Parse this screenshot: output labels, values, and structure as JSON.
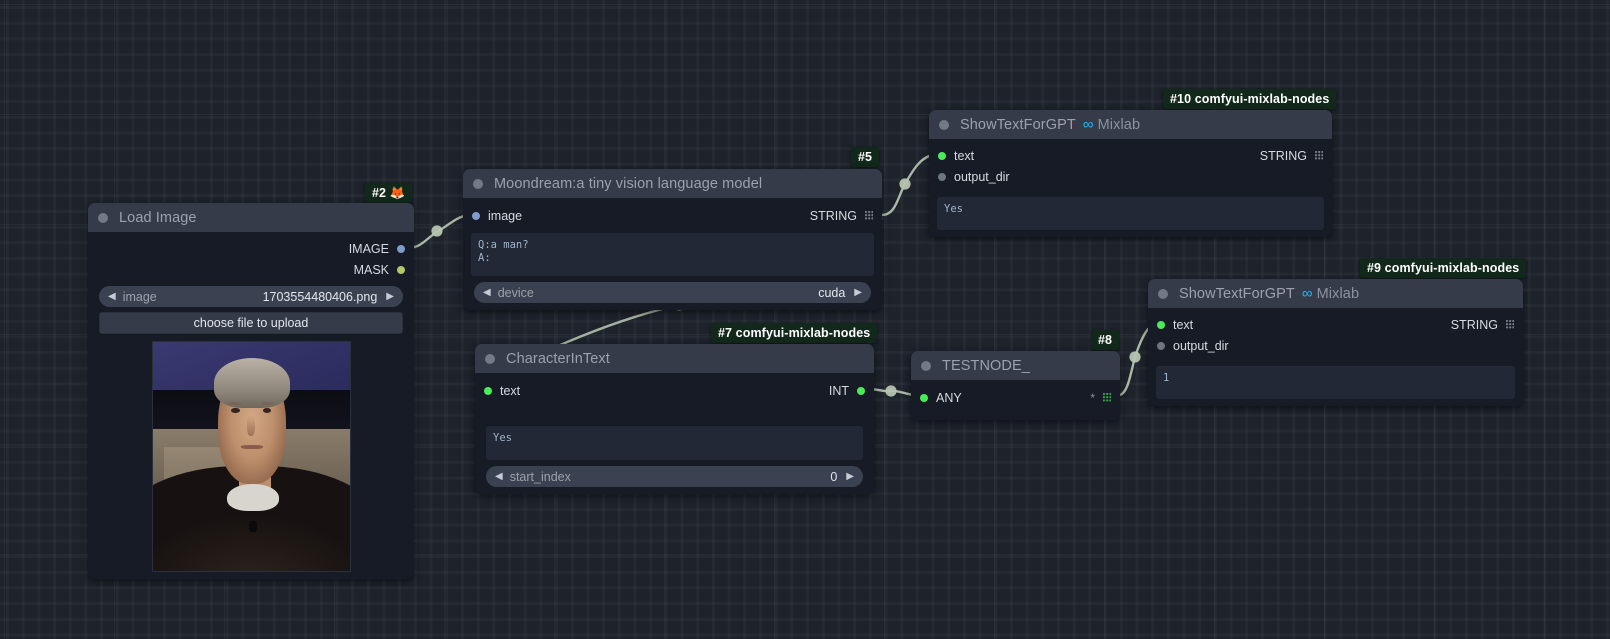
{
  "app": {
    "name": "ComfyUI node graph canvas"
  },
  "nodes": [
    {
      "id": "load-image",
      "badge": "#2 🦊",
      "title": "Load Image",
      "outputs": [
        {
          "label": "IMAGE",
          "color": "blue"
        },
        {
          "label": "MASK",
          "color": "olive"
        }
      ],
      "combo": {
        "name": "image",
        "value": "1703554480406.png",
        "left_arrow": "◀",
        "right_arrow": "▶"
      },
      "button": "choose file to upload"
    },
    {
      "id": "moondream",
      "badge": "#5",
      "title": "Moondream:a tiny vision language model",
      "input": {
        "label": "image",
        "color": "blue"
      },
      "output_type": "STRING",
      "prompt": "Q:a man?\nA:",
      "combo": {
        "name": "device",
        "value": "cuda",
        "left_arrow": "◀",
        "right_arrow": "▶"
      }
    },
    {
      "id": "showtext-10",
      "badge": "#10 comfyui-mixlab-nodes",
      "title": "ShowTextForGPT",
      "subtitle": "Mixlab",
      "infinity": "∞",
      "inputs": [
        {
          "label": "text",
          "color": "green"
        },
        {
          "label": "output_dir",
          "color": "grey"
        }
      ],
      "output_type": "STRING",
      "text_value": "Yes"
    },
    {
      "id": "character-in-text",
      "badge": "#7 comfyui-mixlab-nodes",
      "title": "CharacterInText",
      "input": {
        "label": "text",
        "color": "green"
      },
      "output_type": "INT",
      "text_value": "Yes",
      "combo": {
        "name": "start_index",
        "value": "0",
        "left_arrow": "◀",
        "right_arrow": "▶"
      }
    },
    {
      "id": "testnode",
      "badge": "#8",
      "title": "TESTNODE_",
      "input": {
        "label": "ANY",
        "color": "green"
      },
      "output_type": "*"
    },
    {
      "id": "showtext-9",
      "badge": "#9 comfyui-mixlab-nodes",
      "title": "ShowTextForGPT",
      "subtitle": "Mixlab",
      "infinity": "∞",
      "inputs": [
        {
          "label": "text",
          "color": "green"
        },
        {
          "label": "output_dir",
          "color": "grey"
        }
      ],
      "output_type": "STRING",
      "text_value": "1"
    }
  ],
  "colors": {
    "canvas": "#1d222b",
    "node_body": "#161b25",
    "node_title": "#353b48",
    "badge_bg": "#12281a",
    "link_wire": "#b7c4b0",
    "accent_cyan": "#1fb6ff",
    "slot_green": "#4aeb59",
    "slot_blue": "#7f9ccb",
    "slot_olive": "#b3c76b"
  }
}
